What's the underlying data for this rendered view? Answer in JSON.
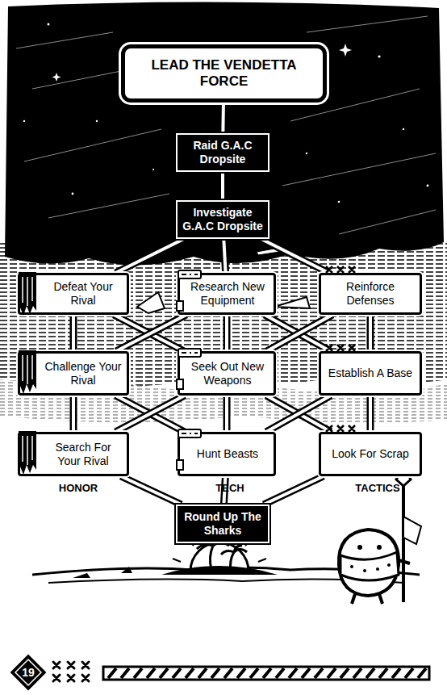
{
  "diagram": {
    "nodes": [
      {
        "text": [
          "LEAD THE VENDETTA FORCE"
        ]
      },
      {
        "text": [
          "Raid G.A.C Dropsite"
        ]
      },
      {
        "text": [
          "Investigate G.A.C Dropsite"
        ]
      },
      {
        "text": [
          "Defeat Your Rival"
        ]
      },
      {
        "text": [
          "Research New Equipment"
        ]
      },
      {
        "text": [
          "Reinforce Defenses"
        ]
      },
      {
        "text": [
          "Challenge Your Rival"
        ]
      },
      {
        "text": [
          "Seek Out New Weapons"
        ]
      },
      {
        "text": [
          "Establish A Base"
        ]
      },
      {
        "text": [
          "Search For Your Rival"
        ]
      },
      {
        "text": [
          "Hunt Beasts"
        ]
      },
      {
        "text": [
          "Look For Scrap"
        ]
      },
      {
        "text": [
          "Round Up The Sharks"
        ]
      }
    ],
    "edges": [
      {
        "from": 0,
        "to": 1,
        "arrow": "none"
      },
      {
        "from": 1,
        "to": 2,
        "arrow": "none"
      },
      {
        "from": 2,
        "to": 3,
        "arrow": "none"
      },
      {
        "from": 2,
        "to": 4,
        "arrow": "none"
      },
      {
        "from": 2,
        "to": 5,
        "arrow": "none"
      },
      {
        "from": 3,
        "to": 6,
        "arrow": "none"
      },
      {
        "from": 4,
        "to": 7,
        "arrow": "none"
      },
      {
        "from": 5,
        "to": 8,
        "arrow": "none"
      },
      {
        "from": 3,
        "to": 7,
        "arrow": "none"
      },
      {
        "from": 4,
        "to": 6,
        "arrow": "none"
      },
      {
        "from": 4,
        "to": 8,
        "arrow": "none"
      },
      {
        "from": 5,
        "to": 7,
        "arrow": "none"
      },
      {
        "from": 6,
        "to": 9,
        "arrow": "none"
      },
      {
        "from": 7,
        "to": 10,
        "arrow": "none"
      },
      {
        "from": 8,
        "to": 11,
        "arrow": "none"
      },
      {
        "from": 6,
        "to": 10,
        "arrow": "none"
      },
      {
        "from": 7,
        "to": 9,
        "arrow": "none"
      },
      {
        "from": 7,
        "to": 11,
        "arrow": "none"
      },
      {
        "from": 8,
        "to": 10,
        "arrow": "none"
      },
      {
        "from": 9,
        "to": 12,
        "arrow": "none"
      },
      {
        "from": 10,
        "to": 12,
        "arrow": "none"
      },
      {
        "from": 11,
        "to": 12,
        "arrow": "none"
      }
    ],
    "labels": [
      "HONOR",
      "TECH",
      "TACTICS",
      "19"
    ]
  }
}
